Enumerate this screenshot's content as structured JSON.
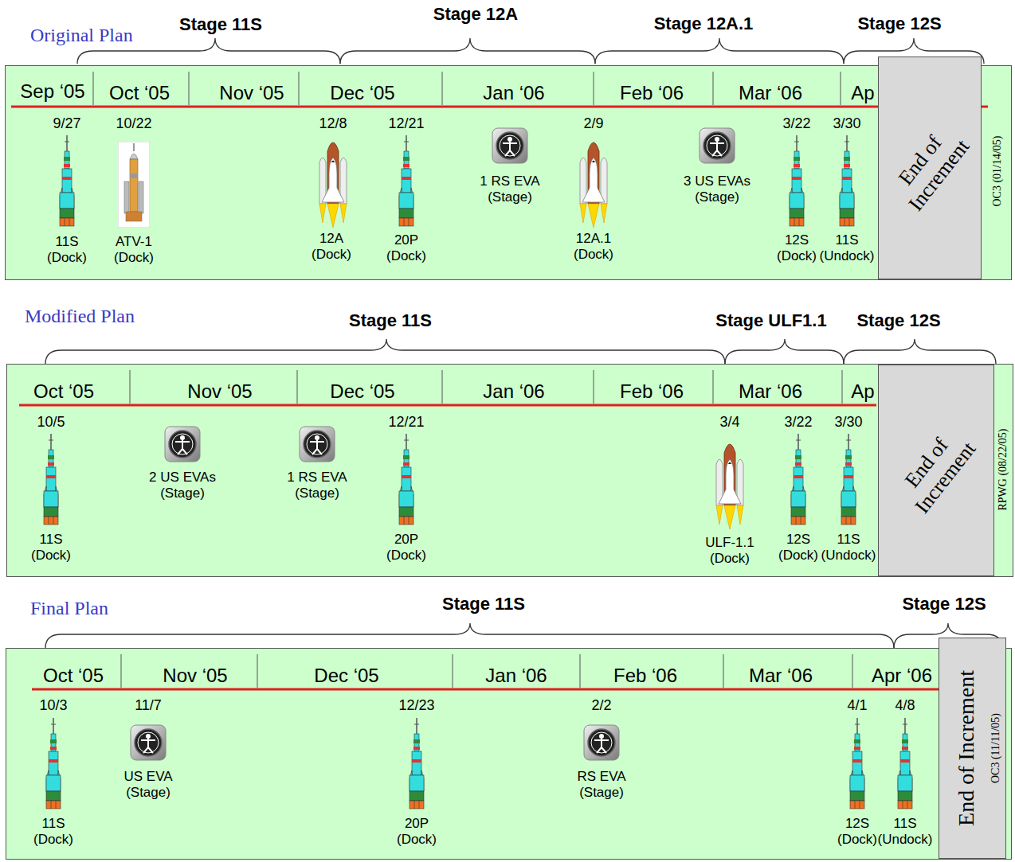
{
  "diagram": {
    "nodes": [
      {
        "text": [
          "Original Plan"
        ]
      },
      {
        "text": [
          "End of Increment"
        ],
        "in": 0
      },
      {
        "text": [
          "Modified Plan"
        ]
      },
      {
        "text": [
          "End of Increment"
        ],
        "in": 2
      },
      {
        "text": [
          "Final Plan"
        ]
      },
      {
        "text": [
          "End of Increment"
        ],
        "in": 4
      }
    ],
    "labels": [
      "Stage 11S",
      "Stage 12A",
      "Stage 12A.1",
      "Stage 12S",
      "Sep ‘05",
      "Oct ‘05",
      "Nov ‘05",
      "Dec ‘05",
      "Jan ‘06",
      "Feb ‘06",
      "Mar ‘06",
      "Ap",
      "9/27",
      "10/22",
      "12/8",
      "12/21",
      "2/9",
      "3/22",
      "3/30",
      "11S (Dock)",
      "ATV-1 (Dock)",
      "12A (Dock)",
      "20P (Dock)",
      "1 RS EVA (Stage)",
      "12A.1 (Dock)",
      "3 US EVAs (Stage)",
      "12S (Dock)",
      "11S (Undock)",
      "OC3 (01/14/05)",
      "Stage 11S",
      "Stage ULF1.1",
      "Stage 12S",
      "Oct ‘05",
      "Nov ‘05",
      "Dec ‘05",
      "Jan ‘06",
      "Feb ‘06",
      "Mar ‘06",
      "Ap",
      "10/5",
      "12/21",
      "3/4",
      "3/22",
      "3/30",
      "11S (Dock)",
      "2 US EVAs (Stage)",
      "1 RS EVA (Stage)",
      "20P (Dock)",
      "ULF-1.1 (Dock)",
      "12S (Dock)",
      "11S (Undock)",
      "RPWG (08/22/05)",
      "Stage 11S",
      "Stage 12S",
      "Oct ‘05",
      "Nov ‘05",
      "Dec ‘05",
      "Jan ‘06",
      "Feb ‘06",
      "Mar ‘06",
      "Apr ‘06",
      "10/3",
      "11/7",
      "12/23",
      "2/2",
      "4/1",
      "4/8",
      "11S (Dock)",
      "US EVA (Stage)",
      "20P (Dock)",
      "RS EVA (Stage)",
      "12S (Dock)",
      "11S (Undock)",
      "OC3 (11/11/05)"
    ]
  }
}
